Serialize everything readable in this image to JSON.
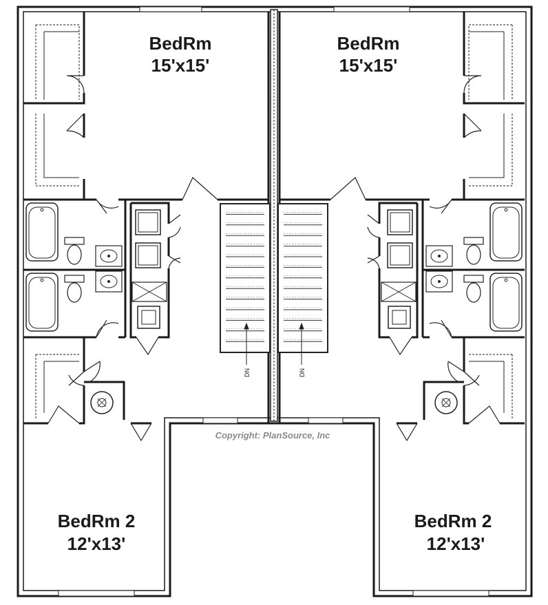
{
  "rooms": {
    "left_bedroom_1": {
      "name": "BedRm",
      "size": "15'x15'"
    },
    "right_bedroom_1": {
      "name": "BedRm",
      "size": "15'x15'"
    },
    "left_bedroom_2": {
      "name": "BedRm 2",
      "size": "12'x13'"
    },
    "right_bedroom_2": {
      "name": "BedRm 2",
      "size": "12'x13'"
    }
  },
  "stairs": {
    "left_label": "DN",
    "right_label": "DN"
  },
  "copyright": "Copyright: PlanSource, Inc"
}
